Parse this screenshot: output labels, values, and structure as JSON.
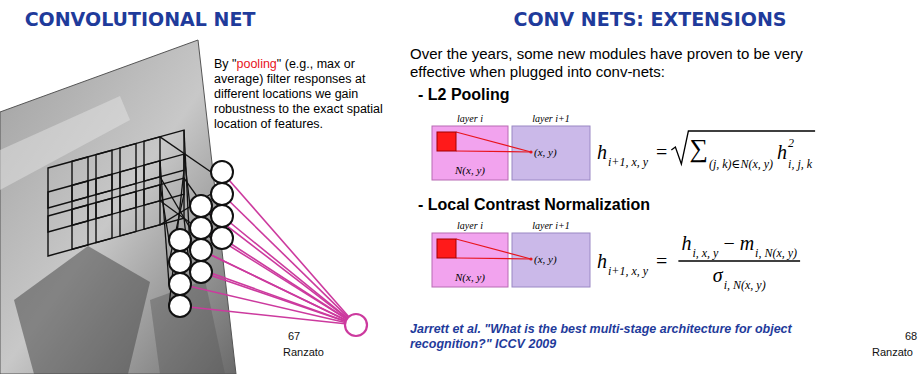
{
  "diagram": {
    "nodes": [
      {
        "text": [
          "layer i",
          "N(x, y)"
        ]
      },
      {
        "text": [
          "layer i+1",
          "(x, y)"
        ]
      },
      {
        "text": [
          "layer i",
          "N(x, y)"
        ]
      },
      {
        "text": [
          "layer i+1",
          "(x, y)"
        ]
      }
    ],
    "labels": [
      "CONVOLUTIONAL NET",
      "By \"pooling\" (e.g., max or average) filter responses at different locations we gain robustness to the exact spatial location of features.",
      "67",
      "Ranzato",
      "CONV NETS: EXTENSIONS",
      "Over the years, some new modules have proven to be very effective when plugged into conv-nets:",
      "- L2 Pooling",
      "h",
      "i+1, x, y",
      "=",
      "∑",
      "(j, k)∈N(x, y)",
      "h",
      "2",
      "i, j, k",
      "- Local Contrast Normalization",
      "h",
      "i+1, x, y",
      "=",
      "h",
      "i, x, y",
      "−",
      "m",
      "i, N(x, y)",
      "σ",
      "i, N(x, y)",
      "Jarrett et al. \"What is the best multi-stage architecture for object recognition?\" ICCV 2009",
      "68",
      "Ranzato"
    ]
  }
}
